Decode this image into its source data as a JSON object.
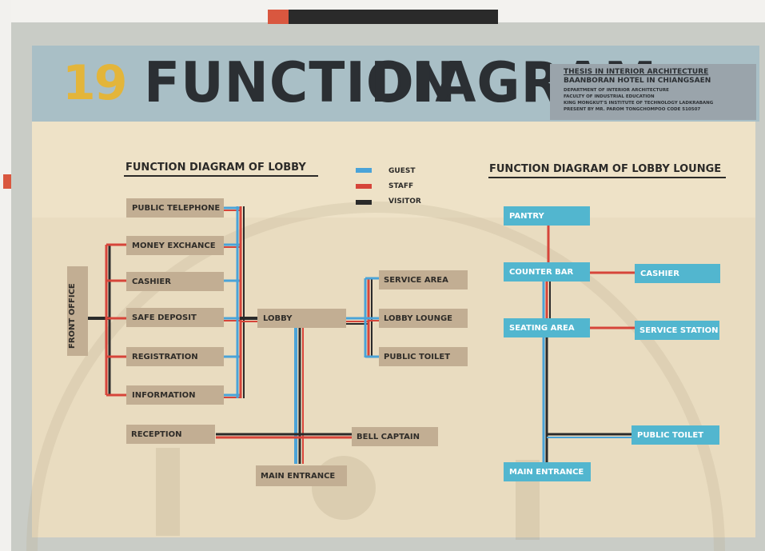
{
  "header": {
    "number": "19",
    "title_part1": "FUNCTION",
    "title_part2": "DIAGRAM",
    "thesis_title": "THESIS IN INTERIOR ARCHITECTURE",
    "hotel": "BAANBORAN HOTEL IN CHIANGSAEN",
    "lines": [
      "DEPARTMENT OF INTERIOR ARCHITECTURE",
      "FACULTY OF INDUSTRIAL EDUCATION",
      "KING MONGKUT'S INSTITUTE OF TECHNOLOGY LADKRABANG",
      "PRESENT BY MR. PAROM TONGCHOMPOO CODE 510507"
    ]
  },
  "legend": [
    {
      "label": "GUEST",
      "color": "#4aa3d8"
    },
    {
      "label": "STAFF",
      "color": "#d6453a"
    },
    {
      "label": "VISITOR",
      "color": "#2a2a2a"
    }
  ],
  "lobby": {
    "heading": "FUNCTION DIAGRAM OF LOBBY",
    "front_office": "FRONT OFFICE",
    "left_items": [
      "PUBLIC TELEPHONE",
      "MONEY EXCHANCE",
      "CASHIER",
      "SAFE DEPOSIT",
      "REGISTRATION",
      "INFORMATION"
    ],
    "lobby": "LOBBY",
    "right_items": [
      "SERVICE AREA",
      "LOBBY LOUNGE",
      "PUBLIC TOILET"
    ],
    "reception": "RECEPTION",
    "bell_captain": "BELL CAPTAIN",
    "main_entrance": "MAIN ENTRANCE"
  },
  "lounge": {
    "heading": "FUNCTION DIAGRAM OF LOBBY LOUNGE",
    "pantry": "PANTRY",
    "counter_bar": "COUNTER BAR",
    "cashier": "CASHIER",
    "seating_area": "SEATING AREA",
    "service_station": "SERVICE STATION",
    "public_toilet": "PUBLIC TOILET",
    "main_entrance": "MAIN ENTRANCE"
  },
  "colors": {
    "guest": "#4aa3d8",
    "staff": "#d6453a",
    "visitor": "#2a2a2a",
    "tan_box": "#c2ae93",
    "blue_box": "#52b6cf"
  }
}
